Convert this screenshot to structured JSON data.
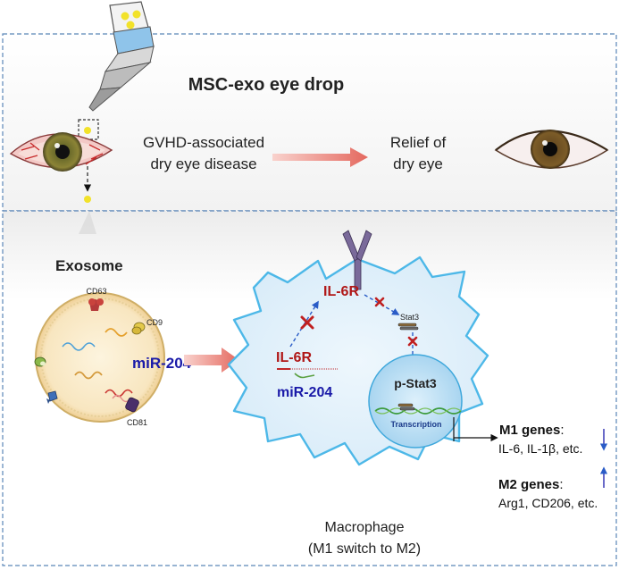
{
  "top_panel": {
    "title": "MSC-exo eye drop",
    "disease_line1": "GVHD-associated",
    "disease_line2": "dry eye disease",
    "relief_line1": "Relief of",
    "relief_line2": "dry eye"
  },
  "bottom_panel": {
    "exosome_label": "Exosome",
    "markers": {
      "cd63": "CD63",
      "cd9": "CD9",
      "cd81": "CD81"
    },
    "mirna_label": "miR-204",
    "il6r_receptor": "IL-6R",
    "il6r_mrna": "IL-6R",
    "mirna_in_cell": "miR-204",
    "stat3": "Stat3",
    "pstat3": "p-Stat3",
    "transcription": "Transcription",
    "m1_genes_title": "M1 genes",
    "m1_genes_colon": ":",
    "m1_genes_list": "IL-6, IL-1β, etc.",
    "m2_genes_title": "M2 genes",
    "m2_genes_colon": ":",
    "m2_genes_list": "Arg1, CD206, etc.",
    "macrophage_line1": "Macrophage",
    "macrophage_line2": "(M1 switch to M2)"
  },
  "colors": {
    "panel_border": "#5b86b8",
    "mirna_blue": "#1a1aa8",
    "il6r_red": "#b01818",
    "cell_fill": "#e4f1fb",
    "cell_border": "#4db8e8",
    "arrow_red": "#e6736b",
    "exosome_fill": "#fbeed0",
    "nucleus_fill": "#c6e4f7"
  }
}
